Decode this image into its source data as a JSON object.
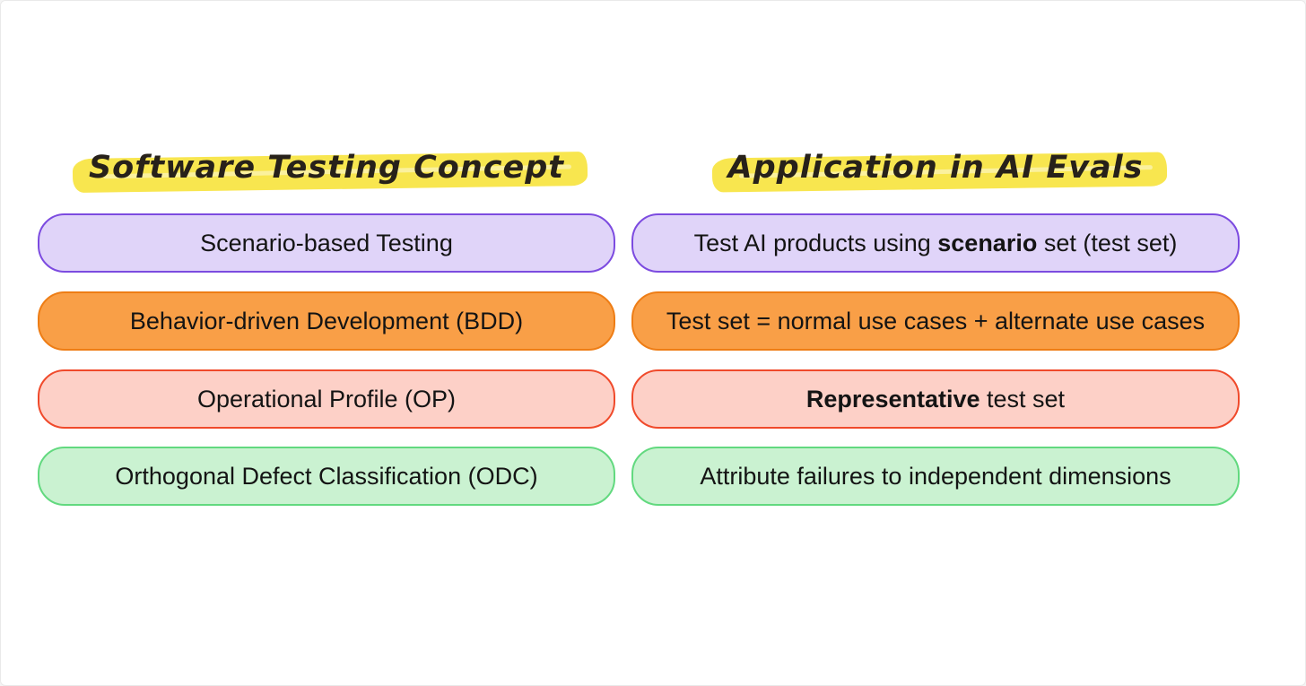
{
  "page": {
    "background": "#ffffff",
    "card_border_color": "#e9e9e9",
    "text_color": "#141414"
  },
  "headers": {
    "left": "Software Testing Concept",
    "right": "Application in AI Evals",
    "highlight_color": "#f8e64f",
    "text_color": "#27211a"
  },
  "rows": [
    {
      "color_name": "purple",
      "fill": "#e0d4f9",
      "border": "#7c4be0",
      "left": {
        "text": "Scenario-based Testing"
      },
      "right": {
        "prefix": "Test AI products using ",
        "bold": "scenario",
        "suffix": " set (test set)"
      }
    },
    {
      "color_name": "orange",
      "fill": "#f99f47",
      "border": "#ee7d15",
      "left": {
        "text": "Behavior-driven Development (BDD)"
      },
      "right": {
        "prefix": "Test set = normal use cases + alternate use cases",
        "bold": "",
        "suffix": ""
      }
    },
    {
      "color_name": "red",
      "fill": "#fdd0c7",
      "border": "#f04a2b",
      "left": {
        "text": "Operational Profile (OP)"
      },
      "right": {
        "prefix": "",
        "bold": "Representative",
        "suffix": " test set"
      }
    },
    {
      "color_name": "green",
      "fill": "#caf2d1",
      "border": "#62d97f",
      "left": {
        "text": "Orthogonal Defect Classification (ODC)"
      },
      "right": {
        "prefix": "Attribute failures to independent dimensions",
        "bold": "",
        "suffix": ""
      }
    }
  ]
}
